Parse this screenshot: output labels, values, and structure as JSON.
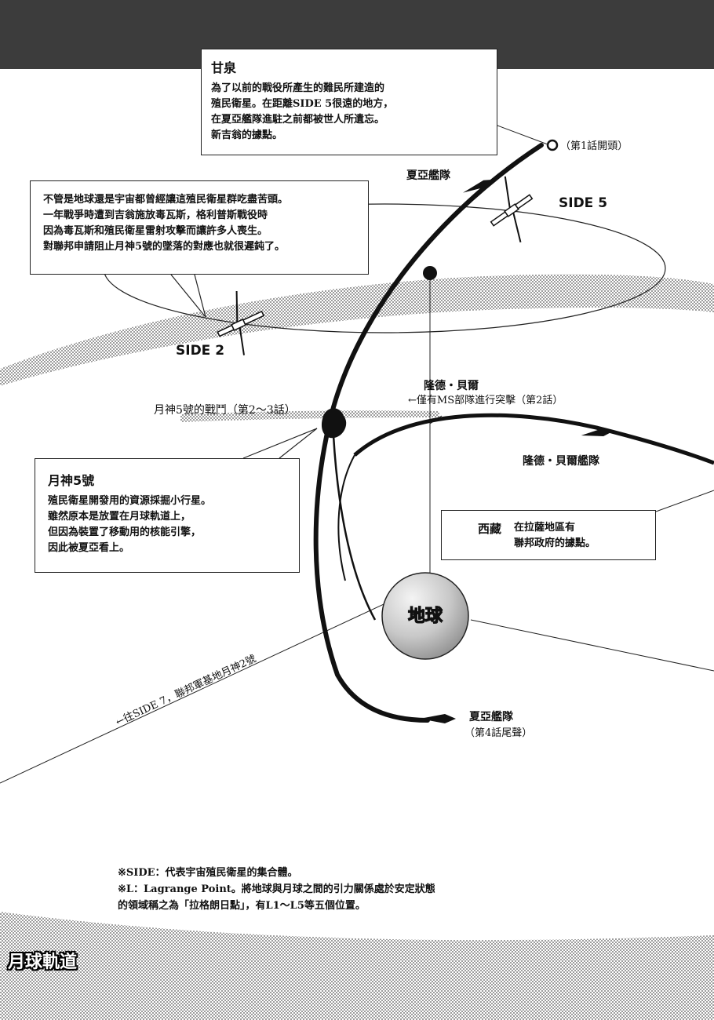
{
  "labels": {
    "side5": "SIDE 5",
    "side2": "SIDE 2",
    "fleet_top": "夏亞艦隊",
    "first_ep": "（第1話開頭）",
    "axis_battle": "月神5號的戰鬥（第2～3話）",
    "lund_bell": "隆德・貝爾",
    "lund_bell_note": "←僅有MS部隊進行突擊（第2話）",
    "lund_bell_fleet": "隆德・貝爾艦隊",
    "earth": "地球",
    "to_side7": "←往SIDE 7，聯邦軍基地月神2號",
    "fleet_bottom": "夏亞艦隊",
    "fleet_bottom_note": "（第4話尾聲）"
  },
  "boxes": {
    "ganquan": {
      "title": "甘泉",
      "body": "為了以前的戰役所產生的難民所建造的\n殖民衛星。在距離SIDE 5很遠的地方，\n在夏亞艦隊進駐之前都被世人所遺忘。\n新吉翁的據點。"
    },
    "colony": {
      "body": "不管是地球還是宇宙都曾經讓這殖民衛星群吃盡苦頭。\n一年戰爭時遭到吉翁施放毒瓦斯，格利普斯戰役時\n因為毒瓦斯和殖民衛星雷射攻擊而讓許多人喪生。\n對聯邦申請阻止月神5號的墜落的對應也就很遲鈍了。"
    },
    "axis": {
      "title": "月神5號",
      "body": "殖民衛星開發用的資源採掘小行星。\n雖然原本是放置在月球軌道上，\n但因為裝置了移動用的核能引擎，\n因此被夏亞看上。"
    },
    "tibet": {
      "title": "西藏",
      "body": "在拉薩地區有\n聯邦政府的據點。"
    }
  },
  "footnotes": {
    "line1": "※SIDE：代表宇宙殖民衛星的集合體。",
    "line2": "※L：Lagrange Point。將地球與月球之間的引力關係處於安定狀態",
    "line3": "的領域稱之為「拉格朗日點」，有L1～L5等五個位置。"
  },
  "section_title": "月球軌道",
  "colors": {
    "header": "#3c3c3c",
    "ink": "#111111",
    "halftone": "#9a9a9a",
    "earth_light": "#f4f4f4",
    "earth_dark": "#8a8a8a"
  }
}
